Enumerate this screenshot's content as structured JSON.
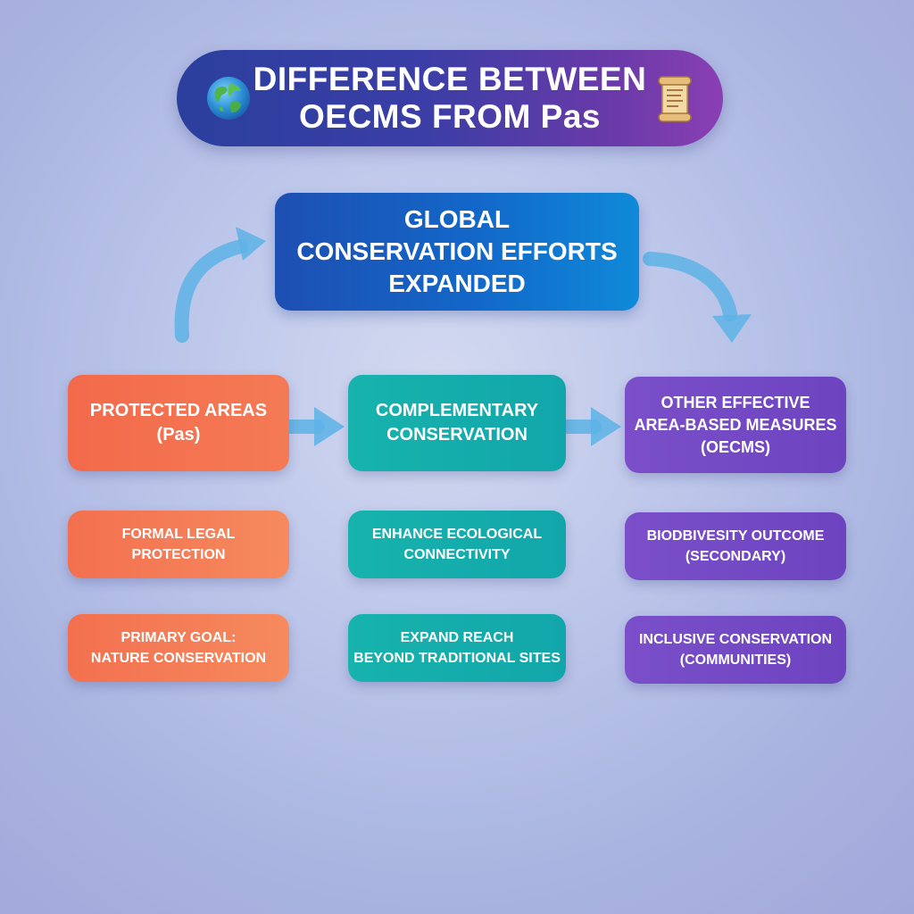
{
  "header": {
    "title": "DIFFERENCE BETWEEN\nOECMS FROM Pas",
    "left_icon": "globe-icon",
    "right_icon": "scroll-icon"
  },
  "top": {
    "label": "GLOBAL\nCONSERVATION EFFORTS\nEXPANDED"
  },
  "columns": [
    {
      "head": "PROTECTED AREAS\n(Pas)",
      "items": [
        "FORMAL LEGAL\nPROTECTION",
        "PRIMARY GOAL:\nNATURE CONSERVATION"
      ],
      "color": "#f36a4b"
    },
    {
      "head": "COMPLEMENTARY\nCONSERVATION",
      "items": [
        "ENHANCE ECOLOGICAL\nCONNECTIVITY",
        "EXPAND REACH\nBEYOND TRADITIONAL SITES"
      ],
      "color": "#17b3ad"
    },
    {
      "head": "OTHER EFFECTIVE\nAREA-BASED MEASURES\n(OECMS)",
      "items": [
        "BIODBIVESITY OUTCOME\n(SECONDARY)",
        "INCLUSIVE CONSERVATION\n(COMMUNITIES)"
      ],
      "color": "#7a4fc9"
    }
  ],
  "colors": {
    "arrow": "#5db3e6",
    "title_start": "#2b3f9d",
    "title_end": "#8a3fb3",
    "top_box": "#1267c9"
  }
}
